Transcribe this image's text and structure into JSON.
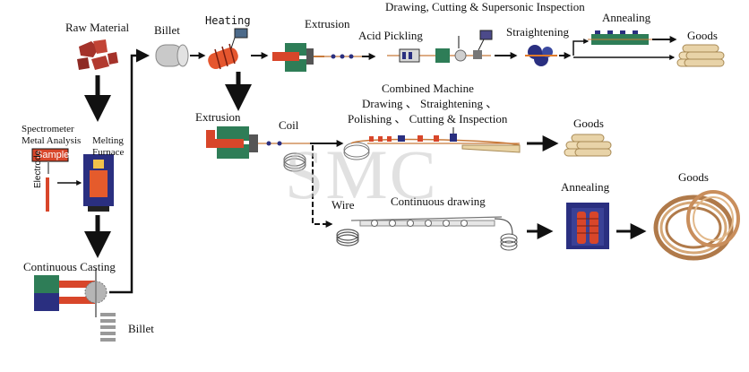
{
  "labels": {
    "raw_material": "Raw Material",
    "billet_top": "Billet",
    "heating": "Heating",
    "extrusion_top": "Extrusion",
    "acid_pickling": "Acid Pickling",
    "drawing_cutting": "Drawing, Cutting & Supersonic Inspection",
    "straightening": "Straightening",
    "annealing_top": "Annealing",
    "goods_top": "Goods",
    "spectrometer": "Spectrometer",
    "metal_analysis": "Metal Analysis",
    "sample": "Sample",
    "electrode": "Electrode",
    "melting": "Melting",
    "furnace": "Furnace",
    "extrusion_mid": "Extrusion",
    "coil": "Coil",
    "combined_machine": "Combined Machine",
    "combined_line2": "Drawing 、 Straightening 、",
    "combined_line3": "Polishing 、 Cutting & Inspection",
    "goods_mid": "Goods",
    "wire": "Wire",
    "continuous_drawing": "Continuous drawing",
    "annealing_bottom": "Annealing",
    "goods_bottom": "Goods",
    "continuous_casting": "Continuous Casting",
    "billet_bottom": "Billet",
    "watermark": "SMC"
  },
  "colors": {
    "arrow": "#111111",
    "red": "#d8462a",
    "green": "#2e7d57",
    "blue": "#2a2f80",
    "copper": "#c87a3a",
    "gray": "#9a9a9a"
  }
}
